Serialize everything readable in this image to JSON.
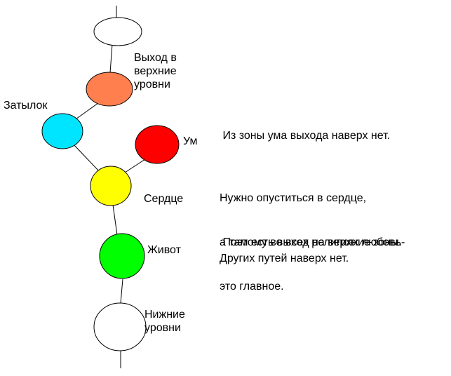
{
  "nodes": {
    "top": {
      "color": "#ffffff"
    },
    "exit_upper": {
      "color": "#ff7f4f",
      "label_line1": "Выход в",
      "label_line2": "верхние",
      "label_line3": "уровни"
    },
    "nape": {
      "color": "#00e5ff",
      "label": "Затылок"
    },
    "mind": {
      "color": "#ff0000",
      "label": "Ум"
    },
    "heart": {
      "color": "#ffff00",
      "label": "Сердце"
    },
    "belly": {
      "color": "#00ff00",
      "label": "Живот"
    },
    "lower": {
      "color": "#ffffff",
      "label_line1": "Нижние",
      "label_line2": "уровни"
    }
  },
  "text": {
    "p1": " Из зоны ума выхода наверх нет.",
    "p2_line1": "Нужно опуститься в сердце,",
    "p2_line2": "а там есть выход на верхние зоны.",
    "p3_line1": " Поэтому во всех религиях любовь-",
    "p3_line2": "это главное.",
    "p4": "Других путей наверх нет."
  }
}
